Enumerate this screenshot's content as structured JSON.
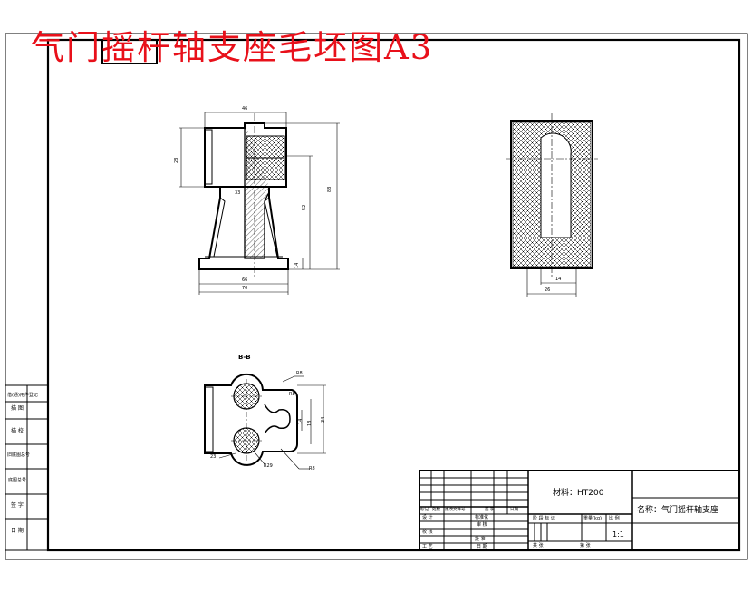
{
  "title": "气门摇杆轴支座毛坯图A3",
  "title_color": "#e8101a",
  "section_label": "B-B",
  "title_block": {
    "material": "材料：HT200",
    "name": "名称：气门摇杆轴支座",
    "scale": "1:1",
    "scale_label": "比 例",
    "weight_label": "重量(kg)",
    "stage_label": "阶 段 标 记",
    "rev_headers": [
      "标记",
      "处数",
      "更改文件号",
      "签 字",
      "日期"
    ],
    "design": "设 计",
    "standardize": "标准化",
    "review": "审 核",
    "check": "校 核",
    "process": "工 艺",
    "approve": "批 准",
    "date": "日 期",
    "sheet_count": "共      张",
    "sheet_no": "第      张"
  },
  "left_stamps": [
    "借(通)用件登记",
    "描 图",
    "描 校",
    "旧底图总号",
    "底图总号",
    "签 字",
    "日 期"
  ],
  "dimensions": {
    "front_width_top": "46",
    "front_height_total": "88",
    "front_height_mid": "52",
    "front_base_h": "14",
    "front_width_base1": "66",
    "front_width_base2": "70",
    "front_left_h": "28",
    "front_inner": "33",
    "side_width1": "14",
    "side_width2": "26",
    "section_r1": "R8",
    "section_r2": "R8",
    "section_r3": "R29",
    "section_r4": "R8",
    "section_h1": "34",
    "section_h2": "18",
    "section_h3": "14",
    "section_left": "23"
  }
}
